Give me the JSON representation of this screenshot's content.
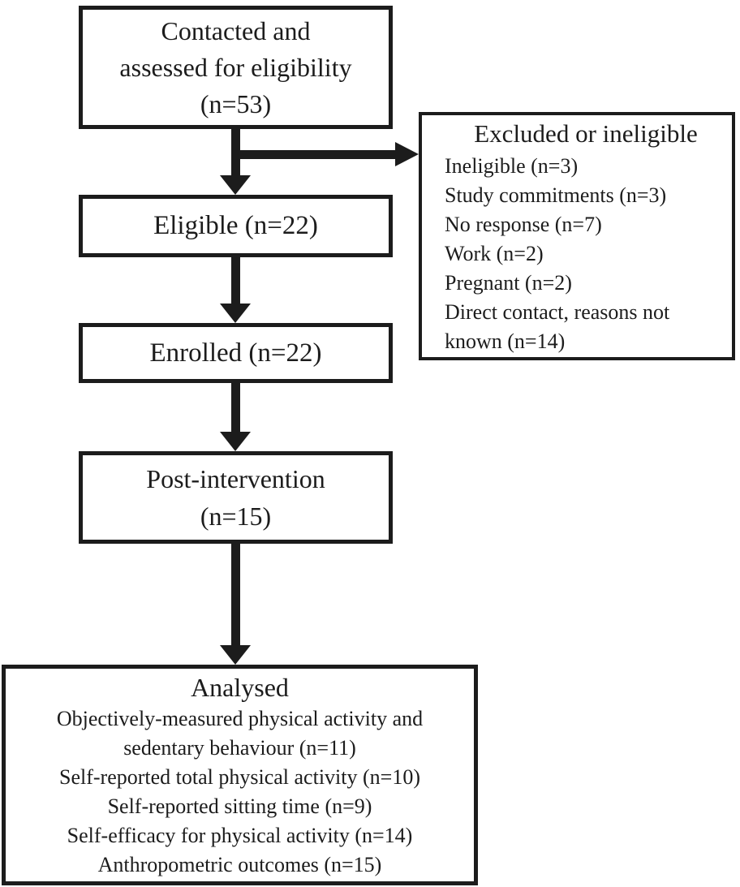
{
  "diagram": {
    "type": "participant-flowchart",
    "background": "#ffffff",
    "ink_color": "#1c1c1c"
  },
  "boxes": {
    "contacted": {
      "lines": [
        "Contacted and",
        "assessed for eligibility",
        "(n=53)"
      ]
    },
    "excluded": {
      "title": "Excluded or ineligible",
      "items": [
        "Ineligible (n=3)",
        "Study commitments (n=3)",
        "No response (n=7)",
        "Work (n=2)",
        "Pregnant (n=2)",
        "Direct contact, reasons not known (n=14)"
      ]
    },
    "eligible": {
      "label": "Eligible (n=22)"
    },
    "enrolled": {
      "label": "Enrolled (n=22)"
    },
    "post_intervention": {
      "lines": [
        "Post-intervention",
        "(n=15)"
      ]
    },
    "analysed": {
      "title": "Analysed",
      "items": [
        "Objectively-measured physical activity and sedentary behaviour (n=11)",
        "Self-reported total physical activity (n=10)",
        "Self-reported sitting time (n=9)",
        "Self-efficacy for physical activity (n=14)",
        "Anthropometric outcomes (n=15)"
      ]
    }
  }
}
